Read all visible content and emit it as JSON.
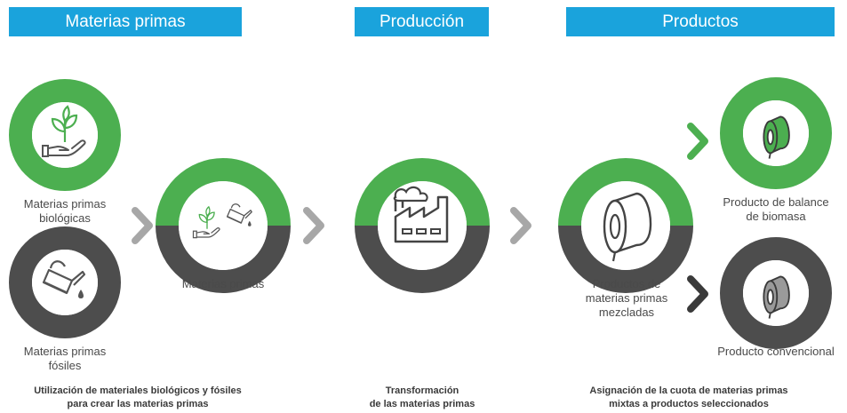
{
  "headers": {
    "raw": "Materias primas",
    "production": "Producción",
    "products": "Productos"
  },
  "labels": {
    "bio": [
      "Materias primas",
      "biológicas"
    ],
    "fossil": [
      "Materias primas",
      "fósiles"
    ],
    "mixed": "Materias primas",
    "mixed_products": [
      "Productos de",
      "materias primas",
      "mezcladas"
    ],
    "biomass_product": [
      "Producto de balance",
      "de biomasa"
    ],
    "conventional_product": "Producto convencional"
  },
  "captions": {
    "raw": [
      "Utilización de materiales biológicos y fósiles",
      "para crear las materias primas"
    ],
    "production": [
      "Transformación",
      "de las materias primas"
    ],
    "products": [
      "Asignación de la cuota de materias primas",
      "mixtas a productos seleccionados"
    ]
  },
  "colors": {
    "header": "#1aa3dc",
    "green": "#4caf50",
    "dark": "#4d4d4d",
    "arrow_grey": "#a7a7a7"
  },
  "icons": [
    "plant-hand-icon",
    "oil-can-icon",
    "factory-icon",
    "tape-roll-icon"
  ]
}
